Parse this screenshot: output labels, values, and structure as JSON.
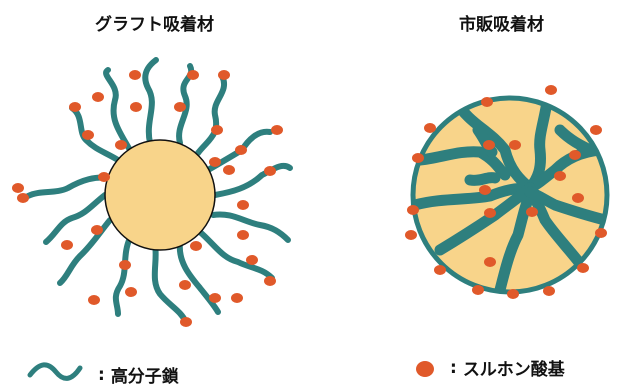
{
  "titles": {
    "graft": "グラフト吸着材",
    "commercial": "市販吸着材"
  },
  "legend": {
    "chain_label": "高分子鎖",
    "sulfonic_label": "スルホン酸基",
    "colon": ":"
  },
  "colors": {
    "core_fill": "#f8d48a",
    "chain": "#2e7f7e",
    "group": "#e0592a",
    "outline": "#111111"
  }
}
